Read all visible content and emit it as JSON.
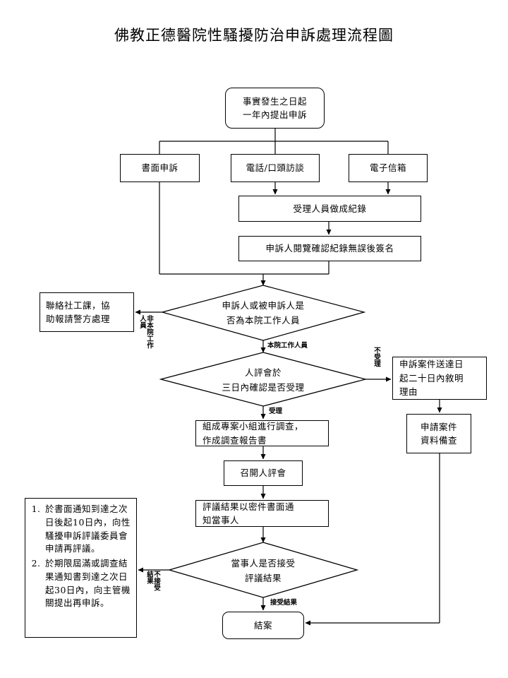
{
  "title": "佛教正德醫院性騷擾防治申訴處理流程圖",
  "nodes": {
    "start": [
      "事實發生之日起",
      "一年內提出申訴"
    ],
    "written": "書面申訴",
    "phone": "電話/口頭訪談",
    "email": "電子信箱",
    "record": "受理人員做成紀錄",
    "sign": "申訴人閱覽確認紀錄無誤後簽名",
    "is_staff": [
      "申訴人或被申訴人是",
      "否為本院工作人員"
    ],
    "social": [
      "聯絡社工課，協",
      "助報請警方處理"
    ],
    "accept_decision": [
      "人評會於",
      "三日內確認是否受理"
    ],
    "notify_reject": [
      "申訴案件送達日",
      "起二十日內敘明",
      "理由"
    ],
    "archive": [
      "申請案件",
      "資料備查"
    ],
    "investigate": [
      "組成專案小組進行調查，",
      "作成調查報告書"
    ],
    "meeting": "召開人評會",
    "notify_result": [
      "評議結果以密件書面通",
      "知當事人"
    ],
    "accept_result": [
      "當事人是否接受",
      "評議結果"
    ],
    "end": "結案",
    "appeal": [
      "於書面通知到達之次日後起10日內，向性騷擾申訴評議委員會申請再評議。",
      "於期限屆滿或調查結果通知書到達之次日起30日內，向主管機關提出再申訴。"
    ]
  },
  "labels": {
    "non_staff": "非本院工作人員",
    "staff": "本院工作人員",
    "not_accepted": "不受理",
    "accepted": "受理",
    "not_accept_result": "不接受結果",
    "accept_result": "接受結果"
  }
}
